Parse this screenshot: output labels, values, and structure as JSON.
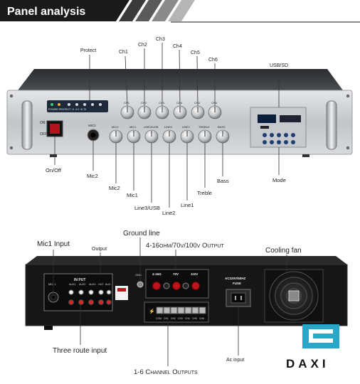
{
  "header": {
    "title": "Panel analysis"
  },
  "front_panel": {
    "callouts": {
      "protect": "Protect",
      "ch1": "Ch1",
      "ch2": "Ch2",
      "ch3": "Ch3",
      "ch4": "Ch4",
      "ch5": "Ch5",
      "ch6": "Ch6",
      "usb_sd": "USB/SD",
      "on_off": "On/Off",
      "mic2_jack": "Mic2",
      "mic2_knob": "Mic2",
      "mic1_knob": "Mic1",
      "line3_usb": "Line3/USB",
      "line2": "Line2",
      "line1": "Line1",
      "treble": "Treble",
      "bass": "Bass",
      "mode": "Mode"
    },
    "panel_text": {
      "indicators": "POWER PROTECT  -5  -3  0  +5  75",
      "switch_on": "ON",
      "switch_off": "OFF",
      "mic2_label": "MIC2",
      "ch_knobs": [
        "CH1",
        "CH2",
        "CH3",
        "CH4",
        "CH5",
        "CH6"
      ],
      "lower_knobs": [
        "MIC2",
        "MIC1",
        "LINE3/USB",
        "LINE2",
        "LINE1",
        "TREBLE",
        "BASS"
      ]
    }
  },
  "rear_panel": {
    "callouts": {
      "mic1_input": "Mic1 Input",
      "output": "Output",
      "ground_line": "Ground line",
      "speaker_output": "4-16ohm/70v/100v Output",
      "cooling_fan": "Cooling fan",
      "three_route_input": "Three route input",
      "ac_input": "Ac input",
      "channel_outputs": "1-6 Channel Outputs"
    },
    "panel_text": {
      "input_header": "IN PUT",
      "mic1": "MIC 1",
      "aux1": "AUX1",
      "aux2": "AUX2",
      "aux3": "AUX3",
      "out": "OUT",
      "aux": "AUX",
      "gnd": "GND",
      "ohm": "4-16Ω",
      "v70": "70V",
      "v110": "110V",
      "ac_rating": "AC220V/50HZ",
      "fuse": "FUSE",
      "channels": [
        "COM",
        "CH1",
        "CH2",
        "CH3",
        "CH4",
        "CH5",
        "CH6"
      ]
    }
  },
  "logo": {
    "brand": "DAXI"
  },
  "colors": {
    "banner": "#1a1a1a",
    "accent": "#2aa6c9",
    "panel_silver": "#c9ccd0",
    "rear_black": "#161616",
    "terminal_red": "#c0141c"
  }
}
